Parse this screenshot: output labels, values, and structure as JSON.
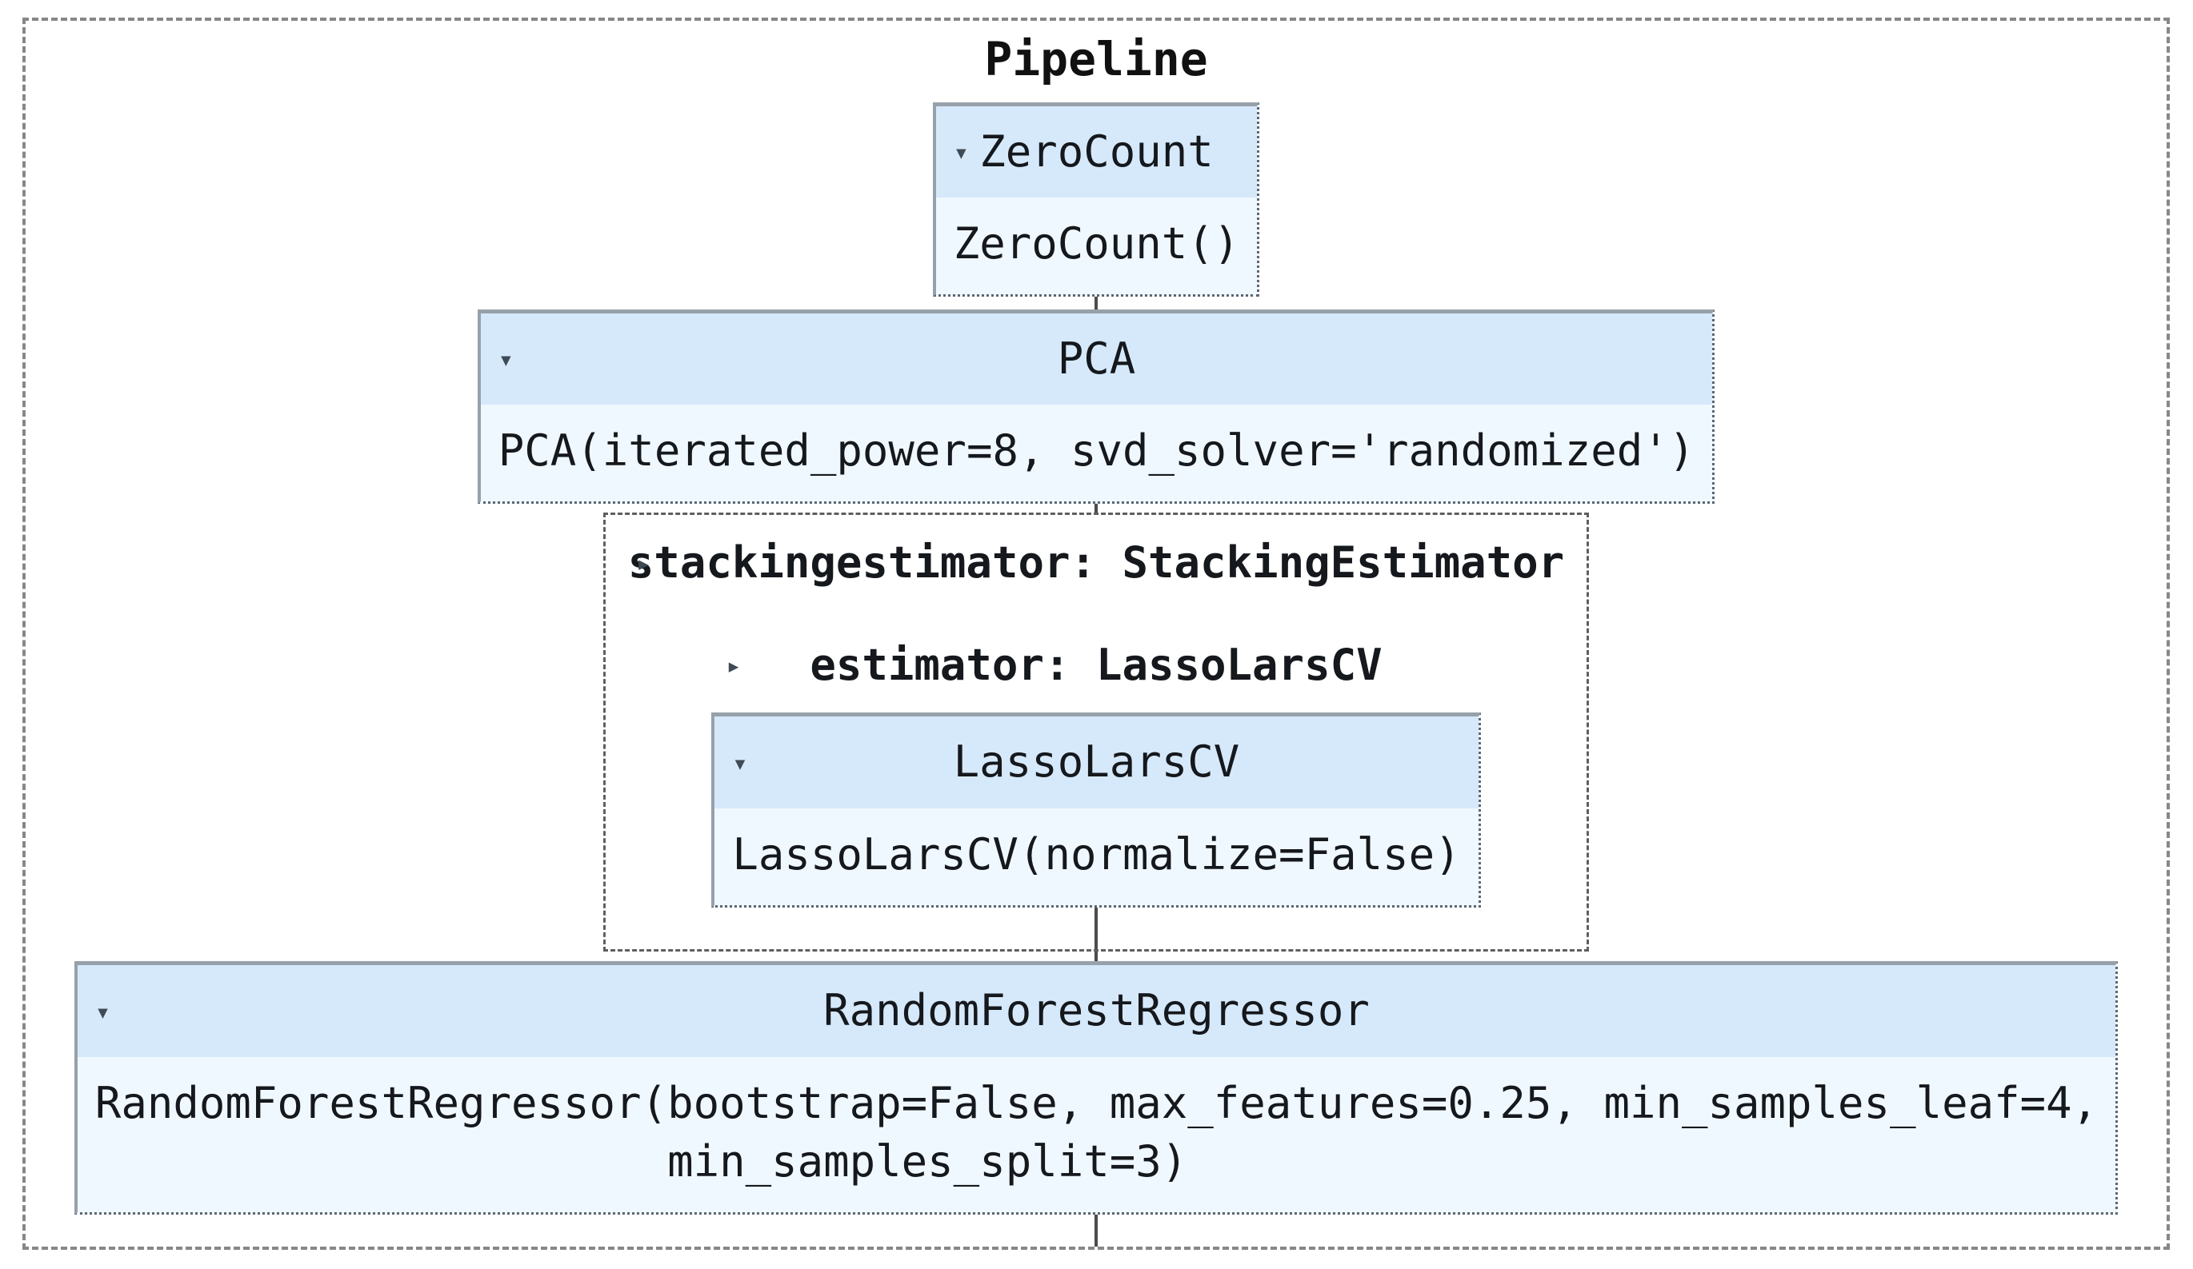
{
  "colors": {
    "header_bg": "#d6e9fb",
    "body_bg": "#f0f8ff",
    "box_border": "#5d6770",
    "box_border_top": "#97a1ab",
    "outer_border": "#878787",
    "group_border": "#5f5f5f",
    "connector": "#4c4c4c",
    "text": "#15181c",
    "caret": "#3f4a55"
  },
  "icons": {
    "expanded_caret": "▾",
    "collapsed_caret": "▸"
  },
  "pipeline": {
    "title": "Pipeline",
    "steps": {
      "zerocount": {
        "name": "ZeroCount",
        "params": "ZeroCount()"
      },
      "pca": {
        "name": "PCA",
        "params": "PCA(iterated_power=8, svd_solver='randomized')"
      },
      "stackingestimator": {
        "label": "stackingestimator: StackingEstimator",
        "estimator_label": "estimator: LassoLarsCV",
        "lassolarscv": {
          "name": "LassoLarsCV",
          "params": "LassoLarsCV(normalize=False)"
        }
      },
      "randomforestregressor": {
        "name": "RandomForestRegressor",
        "params": "RandomForestRegressor(bootstrap=False, max_features=0.25, min_samples_leaf=4,\n                      min_samples_split=3)"
      }
    }
  }
}
